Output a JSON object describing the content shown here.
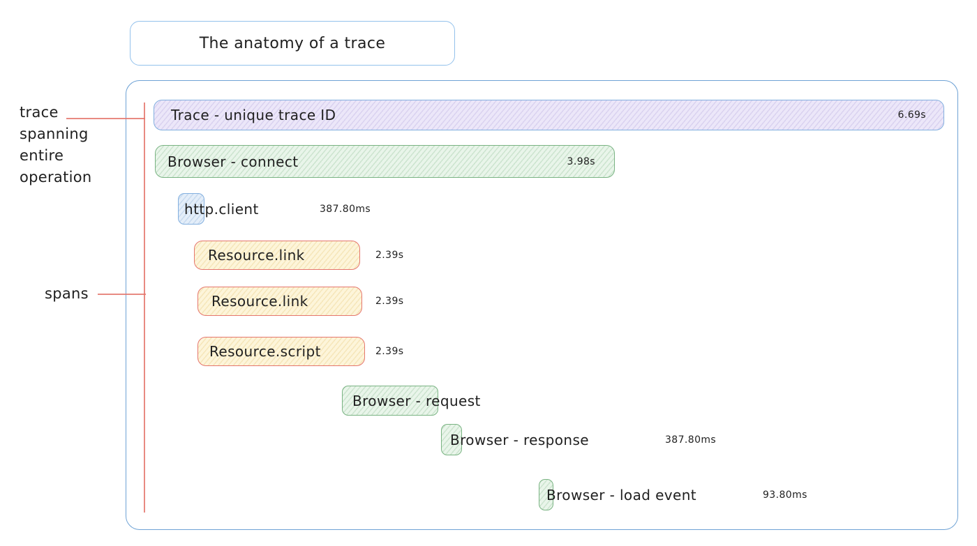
{
  "title": "The anatomy of a trace",
  "annotations": {
    "trace_note_lines": [
      "trace",
      "spanning",
      "entire",
      "operation"
    ],
    "spans_note": "spans"
  },
  "spans": [
    {
      "name": "trace",
      "label": "Trace - unique trace ID",
      "duration": "6.69s",
      "color": "purple"
    },
    {
      "name": "browser-connect",
      "label": "Browser - connect",
      "duration": "3.98s",
      "color": "green"
    },
    {
      "name": "http-client",
      "label": "http.client",
      "duration": "387.80ms",
      "color": "blue"
    },
    {
      "name": "resource-link-1",
      "label": "Resource.link",
      "duration": "2.39s",
      "color": "yellow"
    },
    {
      "name": "resource-link-2",
      "label": "Resource.link",
      "duration": "2.39s",
      "color": "yellow"
    },
    {
      "name": "resource-script",
      "label": "Resource.script",
      "duration": "2.39s",
      "color": "yellow"
    },
    {
      "name": "browser-request",
      "label": "Browser - request",
      "duration": "",
      "color": "green"
    },
    {
      "name": "browser-response",
      "label": "Browser - response",
      "duration": "387.80ms",
      "color": "green"
    },
    {
      "name": "browser-load-event",
      "label": "Browser - load event",
      "duration": "93.80ms",
      "color": "green"
    }
  ],
  "colors": {
    "text": "#1f1f1f",
    "container_blue": "#6ea2d5",
    "title_blue": "#93c1ec",
    "stroke_blue": "#82afdf",
    "stroke_green": "#79b382",
    "stroke_red": "#e5766d",
    "fill_purple": "#ece7f9",
    "fill_green": "#e9f5ea",
    "fill_blue": "#e4eef9",
    "fill_yellow": "#fdf5da",
    "annotation_red": "#e4756c"
  }
}
